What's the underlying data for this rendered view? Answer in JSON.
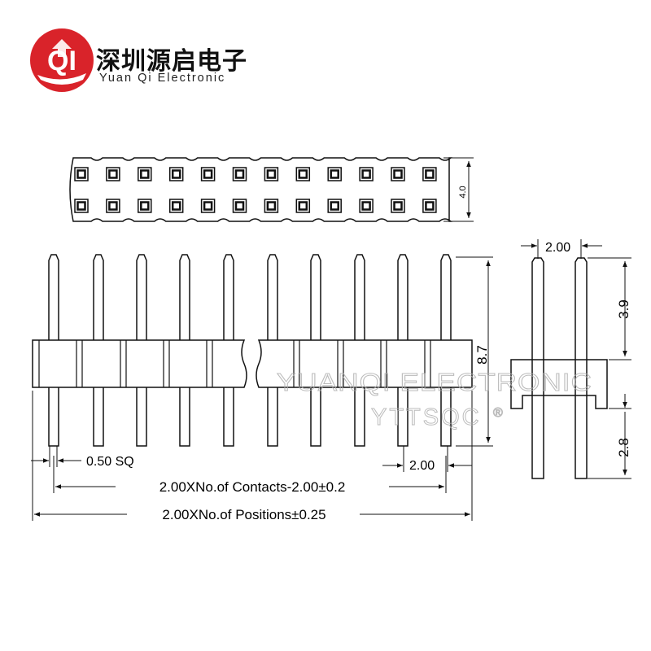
{
  "brand": {
    "name_cn": "深圳源启电子",
    "name_en": "Yuan Qi Electronic",
    "logo_color": "#d9232a",
    "logo_glyph": "QI"
  },
  "drawing": {
    "top_view_height": "4.0",
    "side_pitch": "2.00",
    "side_upper": "3.9",
    "side_lower": "2.8",
    "overall_height": "8.7",
    "pin_size": "0.50 SQ",
    "pitch": "2.00",
    "contacts_formula": "2.00XNo.of Contacts-2.00±0.2",
    "positions_formula": "2.00XNo.of Positions±0.25"
  },
  "watermark": {
    "line1": "YUANQI ELECTRONIC",
    "line2": "YTTSQC",
    "mark": "®"
  }
}
